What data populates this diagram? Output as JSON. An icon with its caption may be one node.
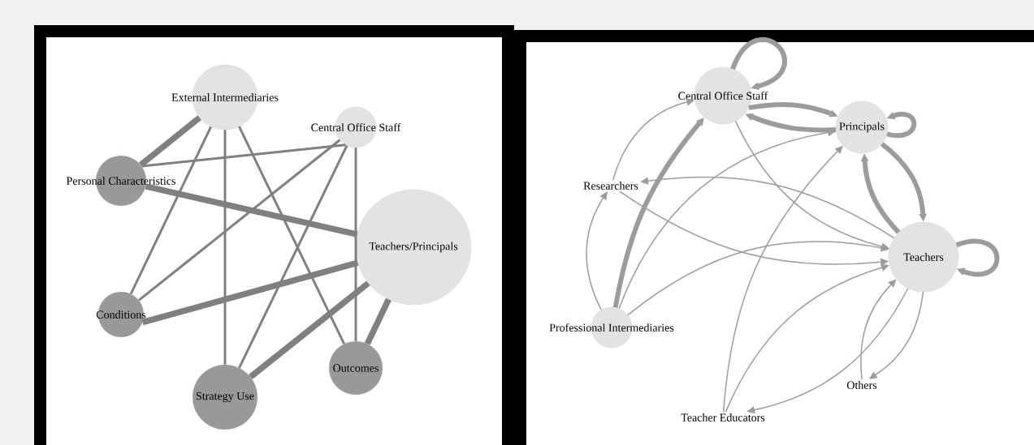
{
  "diagram": {
    "nodes": [
      {
        "text": [
          "External Intermediaries"
        ]
      },
      {
        "text": [
          "Central Office Staff"
        ]
      },
      {
        "text": [
          "Personal Characteristics"
        ]
      },
      {
        "text": [
          "Teachers/Principals"
        ]
      },
      {
        "text": [
          "Conditions"
        ]
      },
      {
        "text": [
          "Outcomes"
        ]
      },
      {
        "text": [
          "Strategy Use"
        ]
      },
      {
        "text": [
          "Central Office Staff"
        ]
      },
      {
        "text": [
          "Principals"
        ]
      },
      {
        "text": [
          "Researchers"
        ]
      },
      {
        "text": [
          "Teachers"
        ]
      },
      {
        "text": [
          "Professional Intermediaries"
        ]
      },
      {
        "text": [
          "Others"
        ]
      },
      {
        "text": [
          "Teacher Educators"
        ]
      }
    ],
    "edges": [
      {
        "from": 0,
        "to": 2,
        "arrow": "none",
        "style": "thick"
      },
      {
        "from": 0,
        "to": 4,
        "arrow": "none"
      },
      {
        "from": 0,
        "to": 6,
        "arrow": "none"
      },
      {
        "from": 0,
        "to": 5,
        "arrow": "none"
      },
      {
        "from": 1,
        "to": 2,
        "arrow": "none"
      },
      {
        "from": 1,
        "to": 4,
        "arrow": "none"
      },
      {
        "from": 1,
        "to": 6,
        "arrow": "none"
      },
      {
        "from": 1,
        "to": 5,
        "arrow": "none"
      },
      {
        "from": 2,
        "to": 3,
        "arrow": "none",
        "style": "thick"
      },
      {
        "from": 4,
        "to": 3,
        "arrow": "none",
        "style": "thick"
      },
      {
        "from": 6,
        "to": 3,
        "arrow": "none",
        "style": "thick"
      },
      {
        "from": 5,
        "to": 3,
        "arrow": "none",
        "style": "thick"
      },
      {
        "from": 7,
        "to": 7,
        "arrow": "to",
        "style": "thick"
      },
      {
        "from": 7,
        "to": 8,
        "arrow": "to",
        "style": "thick"
      },
      {
        "from": 8,
        "to": 7,
        "arrow": "to",
        "style": "thick"
      },
      {
        "from": 8,
        "to": 8,
        "arrow": "to",
        "style": "thick"
      },
      {
        "from": 8,
        "to": 10,
        "arrow": "to",
        "style": "thick"
      },
      {
        "from": 10,
        "to": 8,
        "arrow": "to",
        "style": "thick"
      },
      {
        "from": 10,
        "to": 10,
        "arrow": "to",
        "style": "thick"
      },
      {
        "from": 11,
        "to": 7,
        "arrow": "to",
        "style": "thick"
      },
      {
        "from": 11,
        "to": 8,
        "arrow": "to"
      },
      {
        "from": 11,
        "to": 10,
        "arrow": "to"
      },
      {
        "from": 11,
        "to": 9,
        "arrow": "to"
      },
      {
        "from": 9,
        "to": 7,
        "arrow": "to"
      },
      {
        "from": 10,
        "to": 9,
        "arrow": "to"
      },
      {
        "from": 9,
        "to": 10,
        "arrow": "to"
      },
      {
        "from": 7,
        "to": 10,
        "arrow": "to"
      },
      {
        "from": 13,
        "to": 8,
        "arrow": "to"
      },
      {
        "from": 13,
        "to": 10,
        "arrow": "to"
      },
      {
        "from": 10,
        "to": 13,
        "arrow": "to"
      },
      {
        "from": 12,
        "to": 10,
        "arrow": "to"
      },
      {
        "from": 10,
        "to": 12,
        "arrow": "to"
      }
    ]
  }
}
